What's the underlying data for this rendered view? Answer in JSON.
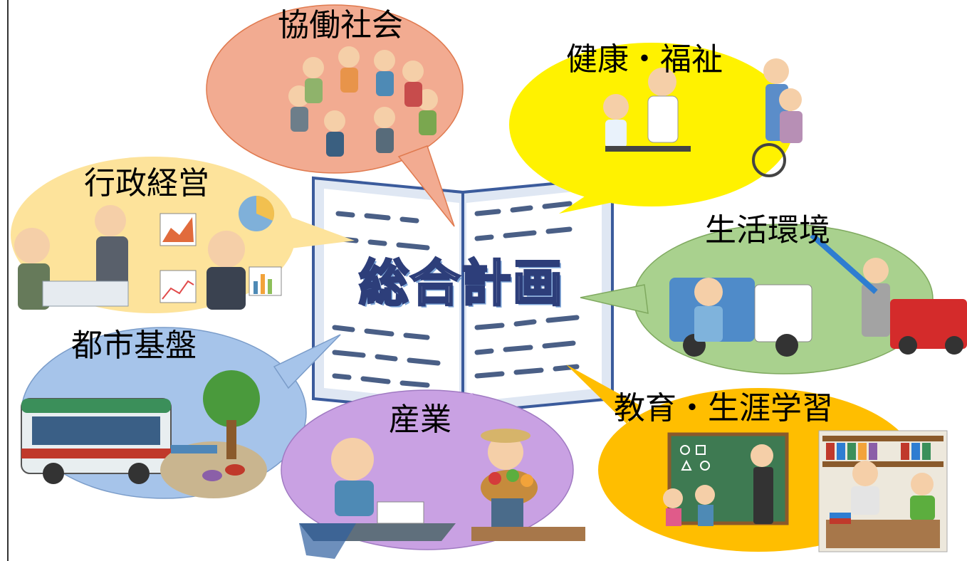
{
  "center": {
    "title": "総合計画"
  },
  "bubbles": {
    "kyodo": {
      "label": "協働社会",
      "color": "#f2ab91"
    },
    "kenko": {
      "label": "健康・福祉",
      "color": "#fff200"
    },
    "gyosei": {
      "label": "行政経営",
      "color": "#fde39b"
    },
    "seikatsu": {
      "label": "生活環境",
      "color": "#a9d18e"
    },
    "toshi": {
      "label": "都市基盤",
      "color": "#a6c4ea"
    },
    "sangyo": {
      "label": "産業",
      "color": "#c9a1e3"
    },
    "kyoiku": {
      "label": "教育・生涯学習",
      "color": "#ffbe00"
    }
  }
}
